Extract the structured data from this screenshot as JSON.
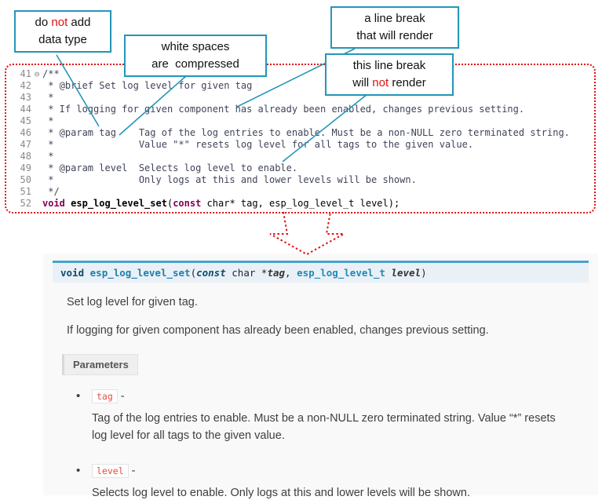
{
  "colors": {
    "accent_teal": "#2596ba",
    "annotation_red": "#e01010",
    "param_name_red": "#e74c3c",
    "signature_blue": "#217dad"
  },
  "callouts": {
    "no_datatype": {
      "l1a": "do ",
      "l1b": "not",
      "l1c": " add",
      "l2": "data type"
    },
    "whitespace": {
      "l1": "white spaces",
      "l2": "are  compressed"
    },
    "break_render": {
      "l1": "a line break",
      "l2": "that will render"
    },
    "break_no_render": {
      "l1": "this line break",
      "l2a": "will ",
      "l2b": "not",
      "l2c": " render"
    }
  },
  "editor": {
    "fold_icon": "⊖",
    "lines": [
      {
        "num": "41",
        "text": "/**"
      },
      {
        "num": "42",
        "text": " * @brief Set log level for given tag"
      },
      {
        "num": "43",
        "text": " *"
      },
      {
        "num": "44",
        "text": " * If logging for given component has already been enabled, changes previous setting."
      },
      {
        "num": "45",
        "text": " *"
      },
      {
        "num": "46",
        "text": " * @param tag    Tag of the log entries to enable. Must be a non-NULL zero terminated string."
      },
      {
        "num": "47",
        "text": " *               Value \"*\" resets log level for all tags to the given value."
      },
      {
        "num": "48",
        "text": " *"
      },
      {
        "num": "49",
        "text": " * @param level  Selects log level to enable."
      },
      {
        "num": "50",
        "text": " *               Only logs at this and lower levels will be shown."
      },
      {
        "num": "51",
        "text": " */"
      }
    ],
    "line52": {
      "num": "52",
      "kw1": "void",
      "sp": " ",
      "fn": "esp_log_level_set",
      "p1": "(",
      "kw2": "const",
      "rest": " char* tag, esp_log_level_t level);"
    }
  },
  "doc": {
    "signature": {
      "kw1": "void",
      "sp1": " ",
      "name": "esp_log_level_set",
      "p1": "(",
      "kw2": "const",
      "t1": " char *",
      "arg1": "tag",
      "comma": ", ",
      "type2": "esp_log_level_t",
      "sp2": " ",
      "arg2": "level",
      "p2": ")"
    },
    "para1": "Set log level for given tag.",
    "para2": "If logging for given component has already been enabled, changes previous setting.",
    "parameters_label": "Parameters",
    "bullet": "•",
    "params": [
      {
        "name": "tag",
        "sep": "-",
        "desc": "Tag of the log entries to enable. Must be a non-NULL zero terminated string. Value “*” resets log level for all tags to the given value."
      },
      {
        "name": "level",
        "sep": "-",
        "desc": "Selects log level to enable. Only logs at this and lower levels will be shown."
      }
    ]
  }
}
